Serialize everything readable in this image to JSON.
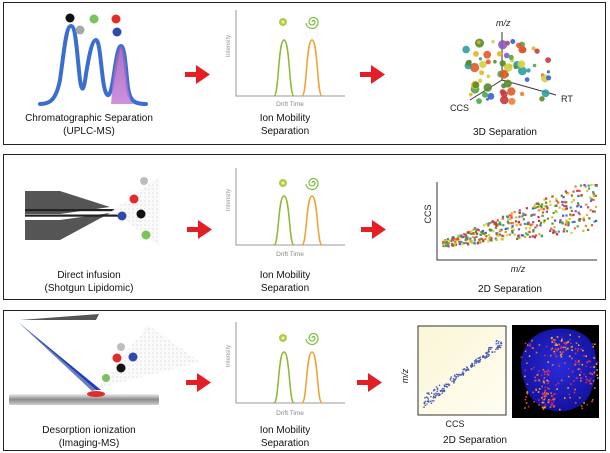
{
  "rows": [
    {
      "source_line1": "Chromatographic Separation",
      "source_line2": "(UPLC-MS)",
      "mobility_line1": "Ion Mobility",
      "mobility_line2": "Separation",
      "result_label": "3D Separation",
      "result_axis_labels": {
        "z": "m/z",
        "x": "CCS",
        "y": "RT"
      }
    },
    {
      "source_line1": "Direct infusion",
      "source_line2": "(Shotgun Lipidomic)",
      "mobility_line1": "Ion Mobility",
      "mobility_line2": "Separation",
      "result_label": "2D Separation",
      "result_axis_labels": {
        "y": "CCS",
        "x": "m/z"
      }
    },
    {
      "source_line1": "Desorption ionization",
      "source_line2": "(Imaging-MS)",
      "mobility_line1": "Ion Mobility",
      "mobility_line2": "Separation",
      "result_label": "2D Separation",
      "result_axis_labels": {
        "y": "m/z",
        "x": "CCS"
      }
    }
  ],
  "drift_plot": {
    "ylabel": "Intensity",
    "xlabel": "Drift Time"
  },
  "colors": {
    "chromatogram": "#3a6fd0",
    "arrow": "#e41e26",
    "peak_green": "#8cb832",
    "peak_orange": "#f0a030",
    "emitter": "#1d3fbf"
  }
}
